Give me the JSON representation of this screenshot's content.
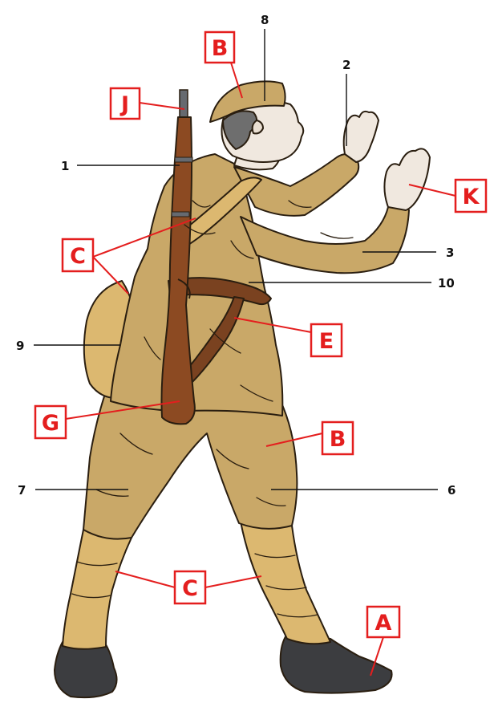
{
  "numbers": {
    "n1": "1",
    "n2": "2",
    "n3": "3",
    "n6": "6",
    "n7": "7",
    "n8": "8",
    "n9": "9",
    "n10": "10"
  },
  "tags": {
    "b_cap": "B",
    "j_rifle": "J",
    "k_hand": "K",
    "c_bag": "C",
    "e_belt": "E",
    "g_stock": "G",
    "b_trousers": "B",
    "c_wraps": "C",
    "a_boot": "A"
  },
  "colors": {
    "uniform": "#c9a868",
    "uniform_shadow": "#b59255",
    "wraps": "#dcb870",
    "skin": "#f0e8df",
    "hair": "#6e6e6e",
    "boot": "#3c3d40",
    "wood": "#8c4a22",
    "leather": "#7a4220",
    "metal": "#666a70",
    "label_red": "#e41e1e"
  }
}
